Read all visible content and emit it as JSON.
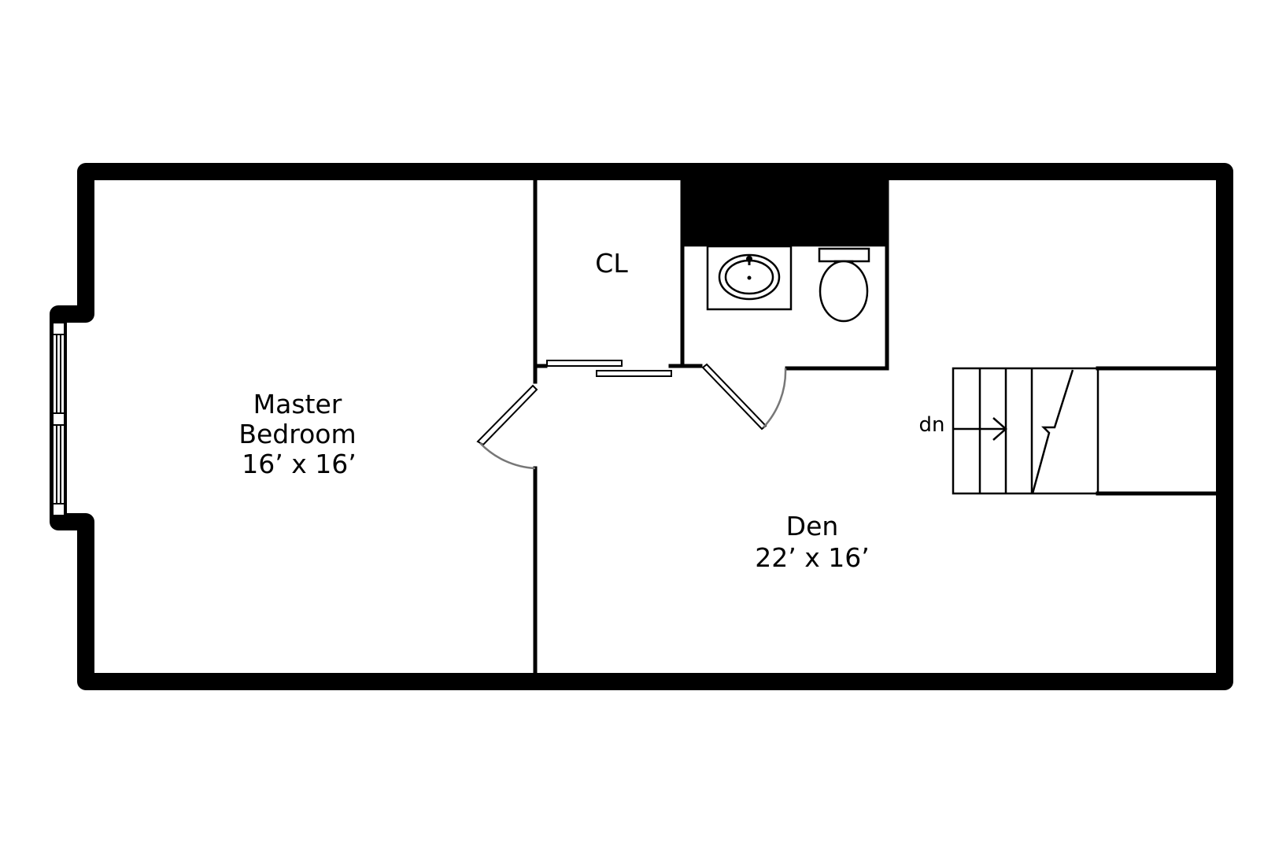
{
  "floorplan": {
    "rooms": {
      "master_bedroom": {
        "name_line1": "Master",
        "name_line2": "Bedroom",
        "dimensions": "16’ x 16’"
      },
      "closet": {
        "name": "CL"
      },
      "den": {
        "name": "Den",
        "dimensions": "22’ x 16’"
      }
    },
    "stairs": {
      "direction_label": "dn"
    },
    "fixtures": [
      "sink-icon",
      "toilet-icon",
      "chimney"
    ],
    "colors": {
      "wall": "#000000",
      "background": "#ffffff",
      "door_swing": "#777777"
    }
  }
}
